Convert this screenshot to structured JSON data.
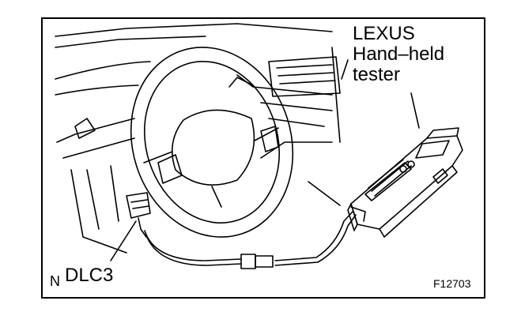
{
  "labels": {
    "tester_lines": [
      "LEXUS",
      "Hand–held",
      "tester"
    ],
    "connector": "DLC3",
    "corner_mark": "N",
    "figure_id": "F12703"
  },
  "colors": {
    "ink": "#000000",
    "paper": "#ffffff"
  }
}
